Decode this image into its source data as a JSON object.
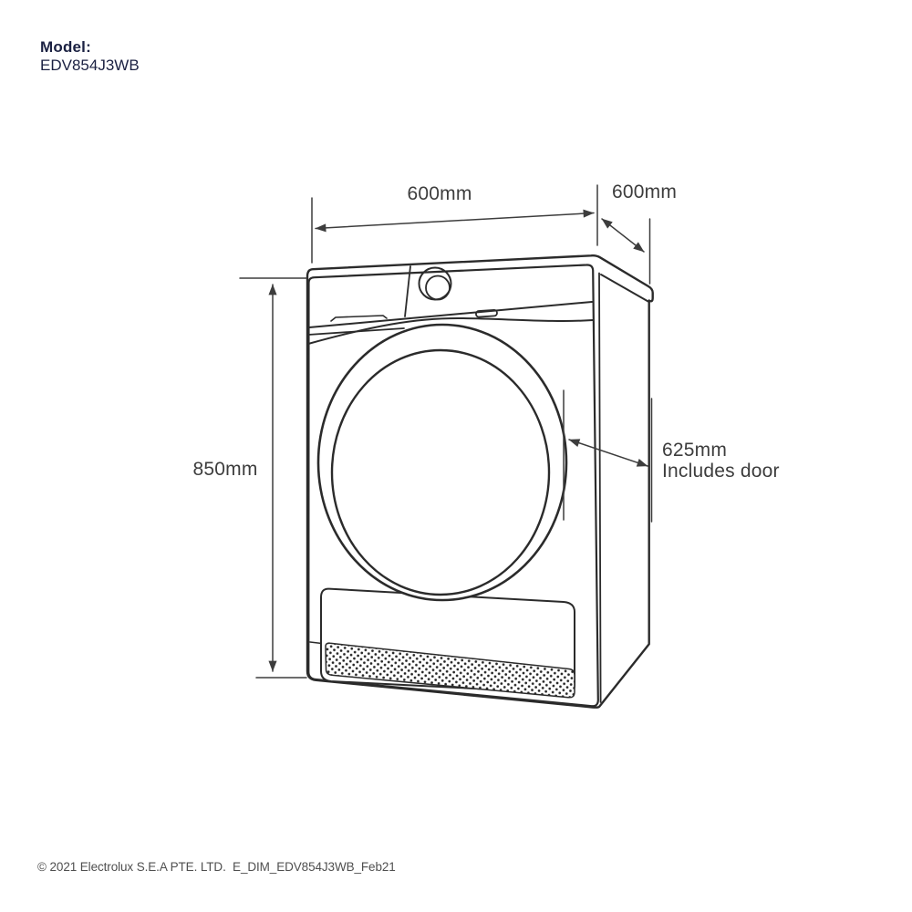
{
  "model": {
    "label": "Model:",
    "value": "EDV854J3WB"
  },
  "dimensions": {
    "width": {
      "label": "600mm"
    },
    "depth": {
      "label": "600mm"
    },
    "height": {
      "label": "850mm"
    },
    "door": {
      "label": "625mm",
      "note": "Includes door"
    }
  },
  "footer": {
    "copyright": "© 2021 Electrolux S.E.A PTE. LTD.  E_DIM_EDV854J3WB_Feb21"
  },
  "colors": {
    "background": "#ffffff",
    "drawing_line": "#2b2b2b",
    "dimension_line": "#3d3d3d",
    "model_text": "#1b2142",
    "footer_text": "#4f4f4f"
  }
}
